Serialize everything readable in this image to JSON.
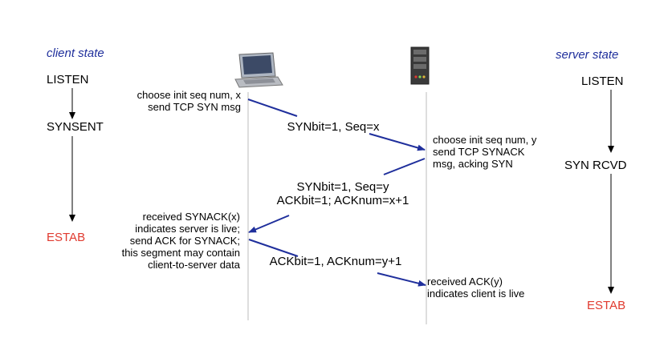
{
  "client": {
    "header": "client state",
    "states": {
      "listen": "LISTEN",
      "synsent": "SYNSENT",
      "estab": "ESTAB"
    },
    "notes": {
      "choose_seq": [
        "choose init seq num, x",
        "send TCP SYN msg"
      ],
      "received_synack": [
        "received SYNACK(x)",
        "indicates server is live;",
        "send ACK for SYNACK;",
        "this segment may contain",
        "client-to-server data"
      ]
    }
  },
  "server": {
    "header": "server state",
    "states": {
      "listen": "LISTEN",
      "synrcvd": "SYN RCVD",
      "estab": "ESTAB"
    },
    "notes": {
      "choose_seq": [
        "choose init seq num, y",
        "send TCP SYNACK",
        "msg, acking SYN"
      ],
      "received_ack": [
        "received ACK(y)",
        "indicates client is live"
      ]
    }
  },
  "messages": {
    "syn": [
      "SYNbit=1, Seq=x"
    ],
    "synack": [
      "SYNbit=1, Seq=y",
      "ACKbit=1; ACKnum=x+1"
    ],
    "ack": [
      "ACKbit=1, ACKnum=y+1"
    ]
  },
  "icons": {
    "client": "desktop-computer-icon",
    "server": "server-tower-icon"
  },
  "colors": {
    "arrow": "#1f2f9c",
    "header": "#1f2f9c",
    "estab": "#e03a2f",
    "timeline": "#c8c8c8"
  }
}
